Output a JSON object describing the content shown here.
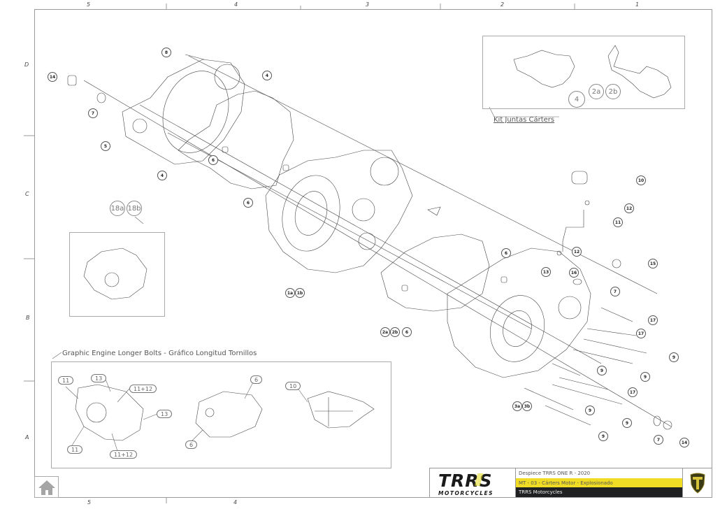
{
  "zones": {
    "columns": [
      "5",
      "4",
      "3",
      "2",
      "1"
    ],
    "rows": [
      "D",
      "C",
      "B",
      "A"
    ]
  },
  "kit_panel": {
    "title": "Kit Juntas Cárters",
    "callouts": [
      "4",
      "2a",
      "2b"
    ]
  },
  "assembly_panel": {
    "callouts": [
      "18a",
      "18b"
    ]
  },
  "bolts_panel": {
    "title": "Graphic Engine Longer Bolts - Gráfico Longitud Tornillos",
    "callouts_view1": [
      "11",
      "13",
      "11+12",
      "13",
      "11",
      "11+12"
    ],
    "callouts_view2": [
      "6",
      "6"
    ],
    "callouts_view3": [
      "10"
    ]
  },
  "exploded_callouts": {
    "c8": "8",
    "c14a": "14",
    "c7a": "7",
    "c5": "5",
    "c4a": "4",
    "c4b": "4",
    "c6a": "6",
    "c6b": "6",
    "c1a": "1a",
    "c1b": "1b",
    "c2a": "2a",
    "c2b": "2b",
    "c6c": "6",
    "c6d": "6",
    "c10": "10",
    "c12a": "12",
    "c11": "11",
    "c12b": "12",
    "c13": "13",
    "c16": "16",
    "c15": "15",
    "c7b": "7",
    "c17a": "17",
    "c17b": "17",
    "c9a": "9",
    "c9b": "9",
    "c9c": "9",
    "c17c": "17",
    "c3a": "3a",
    "c3b": "3b",
    "c9d": "9",
    "c9e": "9",
    "c9f": "9",
    "c7c": "7",
    "c14b": "14"
  },
  "title_block": {
    "brand_main": "TRRS",
    "brand_sub": "MOTORCYCLES",
    "line1": "Despiece TRRS ONE R - 2020",
    "line2": "MT - 03 - Cárters Motor - Explosionado",
    "line3": "TRRS Motorcycles",
    "accent_yellow": "#f0dc24",
    "dark": "#1f2022"
  },
  "nav": {
    "home_icon": "home-icon"
  }
}
